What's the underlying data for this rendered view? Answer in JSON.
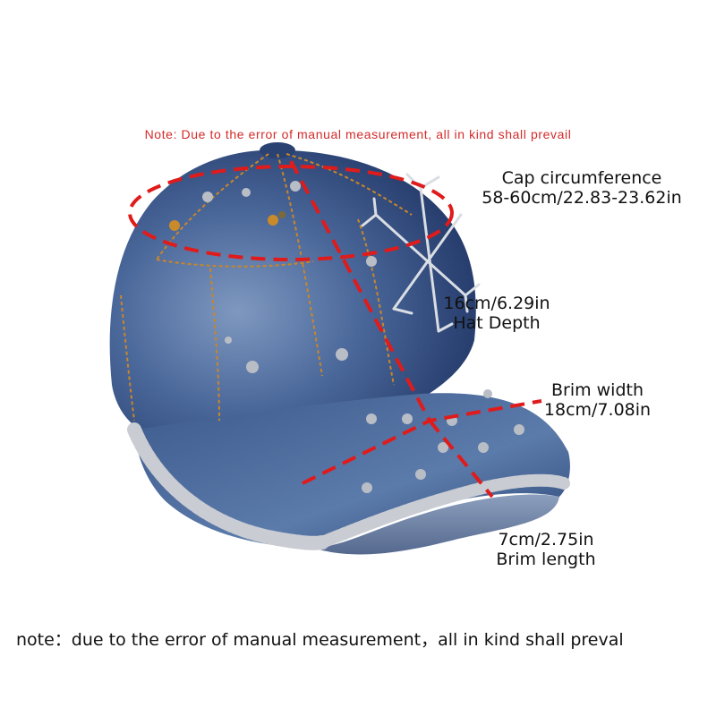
{
  "notes": {
    "top": "Note: Due to the error of manual measurement, all in kind shall prevail",
    "bottom": "note：due to the error of manual measurement，all in kind shall preval"
  },
  "measurements": {
    "circumference": {
      "title": "Cap circumference",
      "value": "58-60cm/22.83-23.62in"
    },
    "depth": {
      "value": "16cm/6.29in",
      "title": "Hat Depth"
    },
    "brim_width": {
      "title": "Brim width",
      "value": "18cm/7.08in"
    },
    "brim_length": {
      "value": "7cm/2.75in",
      "title": "Brim length"
    }
  },
  "colors": {
    "denim_dark": "#1f3560",
    "denim_light": "#6f8cb4",
    "stitching": "#c8862a",
    "measure_line": "#e01b1b",
    "rhinestone": "#c9ccd2"
  }
}
